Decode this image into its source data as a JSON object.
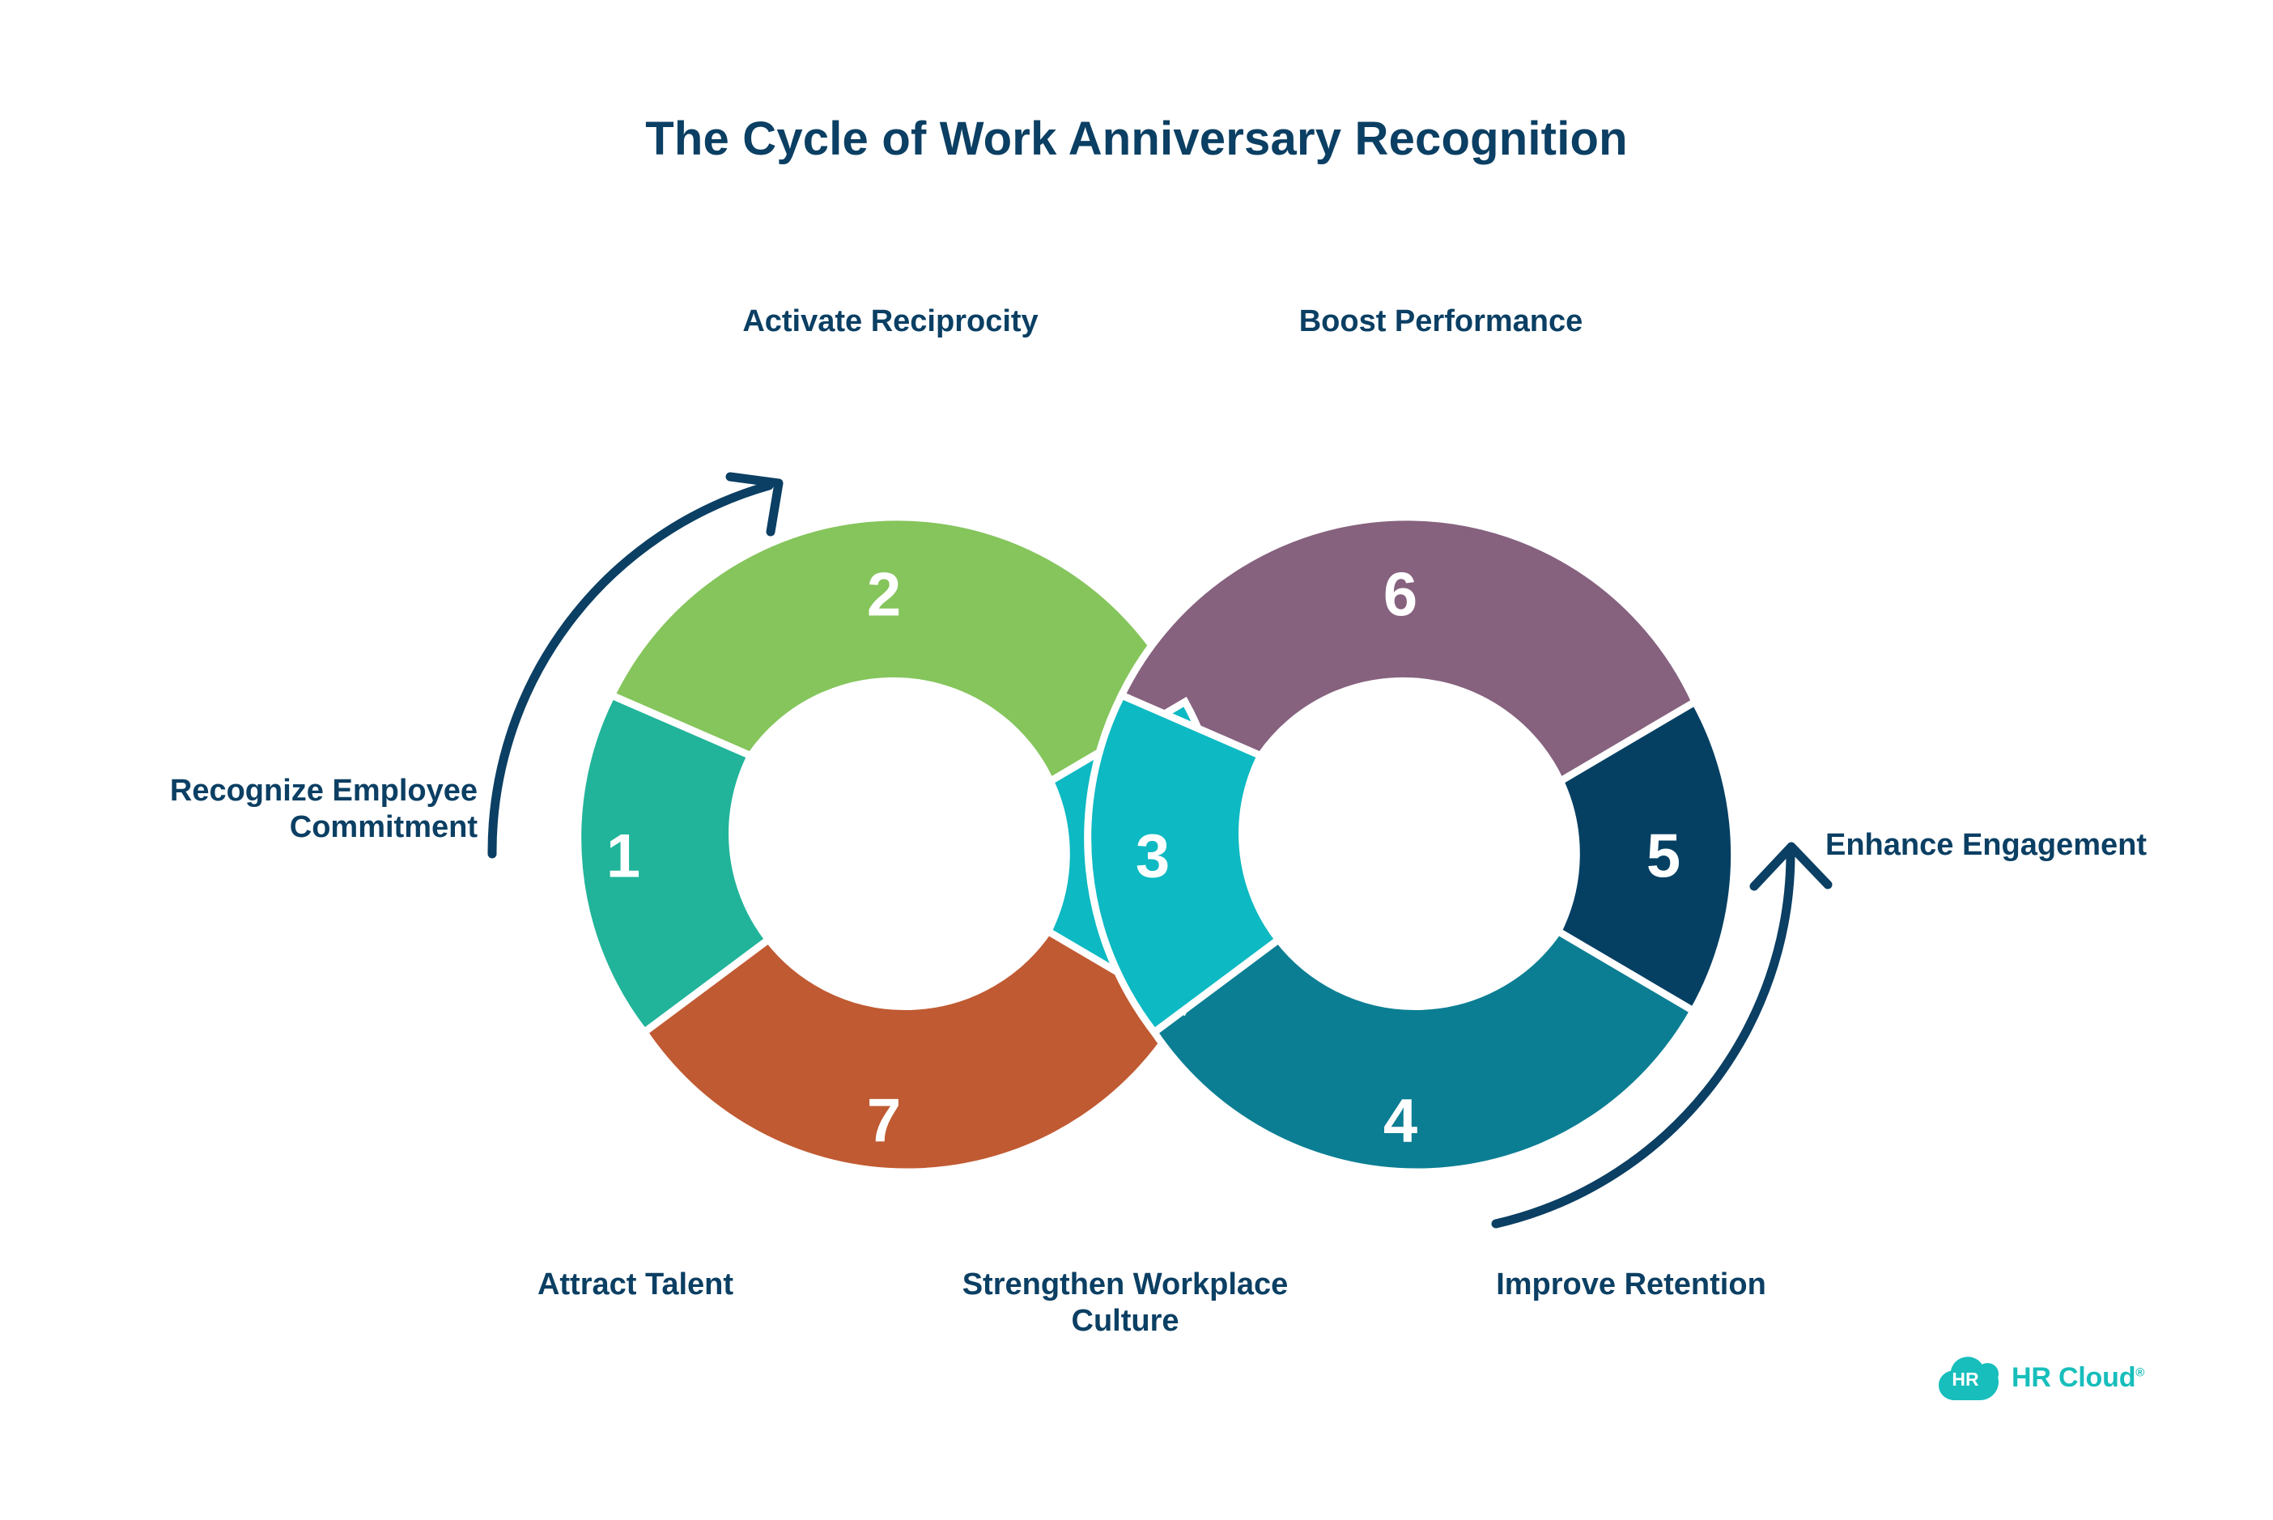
{
  "page": {
    "title": "The Cycle of Work Anniversary Recognition",
    "background": "#ffffff",
    "text_color": "#0b3f63"
  },
  "labels": {
    "activate": "Activate Reciprocity",
    "boost": "Boost Performance",
    "recognize": "Recognize Employee\nCommitment",
    "enhance": "Enhance Engagement",
    "attract": "Attract Talent",
    "culture": "Strengthen Workplace\nCulture",
    "improve": "Improve Retention"
  },
  "segments": {
    "one": "1",
    "two": "2",
    "three": "3",
    "four": "4",
    "five": "5",
    "six": "6",
    "seven": "7"
  },
  "colors": {
    "seg1_teal_green": "#21B49A",
    "seg2_green": "#85C55C",
    "seg3_cyan": "#0DB9C2",
    "seg4_dark_teal": "#0B7E93",
    "seg5_navy": "#054063",
    "seg6_purple": "#86627F",
    "seg7_orange": "#C05A32",
    "arrow_navy": "#0b3f63",
    "brand_cyan": "#17BEBB"
  },
  "logo": {
    "mark_text": "HR",
    "wordmark": "HR Cloud",
    "registered": "®"
  },
  "chart_data": {
    "type": "diagram",
    "title": "The Cycle of Work Anniversary Recognition",
    "shape": "infinity / double-donut cycle",
    "steps": [
      {
        "number": "1",
        "label": "Recognize Employee Commitment",
        "color": "#21B49A",
        "ring": "left",
        "position": "left"
      },
      {
        "number": "2",
        "label": "Activate Reciprocity",
        "color": "#85C55C",
        "ring": "left",
        "position": "top"
      },
      {
        "number": "3",
        "label": "Strengthen Workplace Culture",
        "color": "#0DB9C2",
        "ring": "center",
        "position": "crossover"
      },
      {
        "number": "4",
        "label": "Improve Retention",
        "color": "#0B7E93",
        "ring": "right",
        "position": "bottom"
      },
      {
        "number": "5",
        "label": "Enhance Engagement",
        "color": "#054063",
        "ring": "right",
        "position": "right"
      },
      {
        "number": "6",
        "label": "Boost Performance",
        "color": "#86627F",
        "ring": "right",
        "position": "top"
      },
      {
        "number": "7",
        "label": "Attract Talent",
        "color": "#C05A32",
        "ring": "left",
        "position": "bottom"
      }
    ]
  }
}
